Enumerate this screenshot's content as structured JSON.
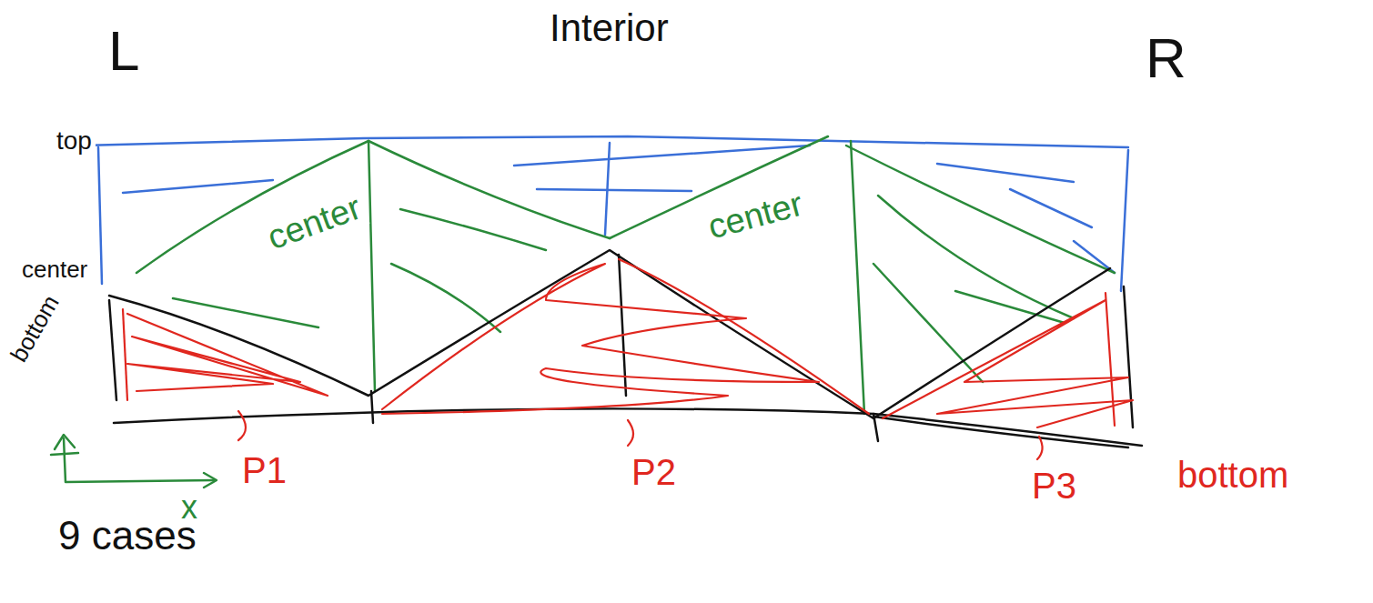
{
  "diagram": {
    "labels": [
      "L",
      "Interior",
      "R",
      "top",
      "center",
      "bottom",
      "center",
      "center",
      "P1",
      "P2",
      "P3",
      "bottom",
      "9 cases",
      "x"
    ]
  }
}
